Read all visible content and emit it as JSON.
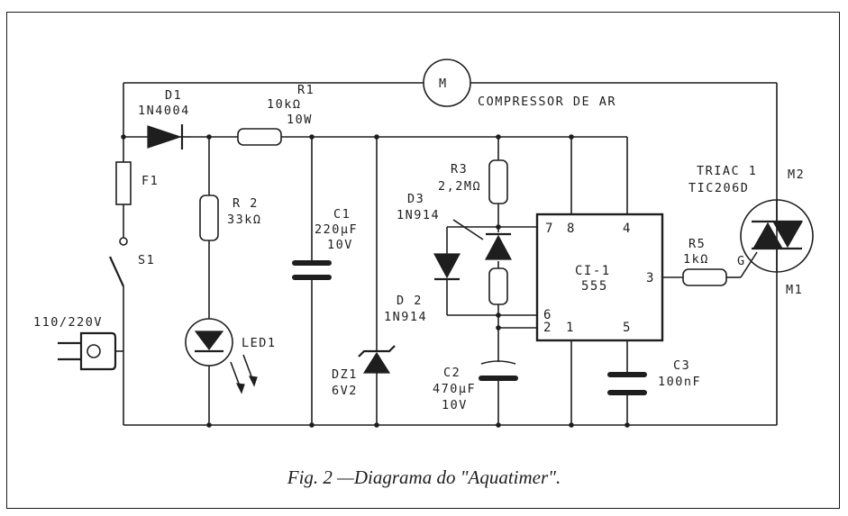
{
  "caption": "Fig. 2 —Diagrama do \"Aquatimer\".",
  "motor": {
    "symbol": "M",
    "label": "COMPRESSOR DE AR"
  },
  "d1": {
    "name": "D1",
    "part": "1N4004"
  },
  "r1": {
    "name": "R1",
    "value": "10kΩ",
    "power": "10W"
  },
  "f1": {
    "name": "F1"
  },
  "s1": {
    "name": "S1"
  },
  "r2": {
    "name": "R 2",
    "value": "33kΩ"
  },
  "c1": {
    "name": "C1",
    "value": "220µF",
    "voltage": "10V"
  },
  "plug": {
    "label": "110/220V"
  },
  "led1": {
    "name": "LED1"
  },
  "dz1": {
    "name": "DZ1",
    "value": "6V2"
  },
  "d2": {
    "name": "D 2",
    "part": "1N914"
  },
  "r3": {
    "name": "R3",
    "value": "2,2MΩ"
  },
  "d3": {
    "name": "D3",
    "part": "1N914"
  },
  "c2": {
    "name": "C2",
    "value": "470µF",
    "voltage": "10V"
  },
  "ci1": {
    "name": "CI-1",
    "part": "555",
    "pins": {
      "p7": "7",
      "p8": "8",
      "p4": "4",
      "p3": "3",
      "p6": "6",
      "p2": "2",
      "p1": "1",
      "p5": "5"
    }
  },
  "c3": {
    "name": "C3",
    "value": "100nF"
  },
  "r5": {
    "name": "R5",
    "value": "1kΩ"
  },
  "triac": {
    "name": "TRIAC 1",
    "part": "TIC206D",
    "m2": "M2",
    "m1": "M1",
    "gate": "G"
  }
}
